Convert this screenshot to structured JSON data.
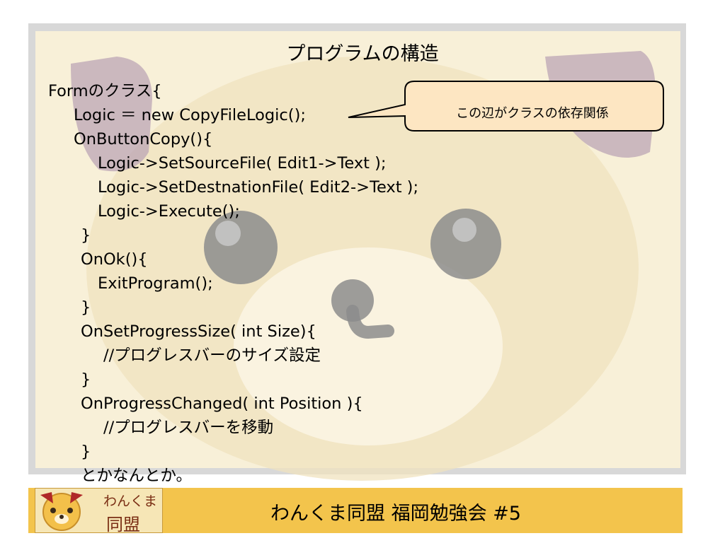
{
  "slide": {
    "title": "プログラムの構造",
    "code_lines": [
      "Formのクラス{",
      "Logic ＝ new CopyFileLogic();",
      "OnButtonCopy(){",
      "Logic->SetSourceFile( Edit1->Text );",
      "Logic->SetDestnationFile( Edit2->Text );",
      "Logic->Execute();",
      "}",
      "OnOk(){",
      "ExitProgram();",
      "}",
      "OnSetProgressSize( int Size){",
      "//プログレスバーのサイズ設定",
      "}",
      "OnProgressChanged( int Position ){",
      "//プログレスバーを移動",
      "}",
      "とかなんとか。"
    ],
    "callout_text": "この辺がクラスの依存関係"
  },
  "footer": {
    "text": "わんくま同盟 福岡勉強会 #5",
    "logo_line1": "わんくま",
    "logo_line2": "同盟",
    "logo_icon": "bear-face-icon"
  },
  "colors": {
    "slide_background": "#f8f0d8",
    "footer_background": "#f3c44c",
    "callout_fill": "#fde6c2"
  }
}
